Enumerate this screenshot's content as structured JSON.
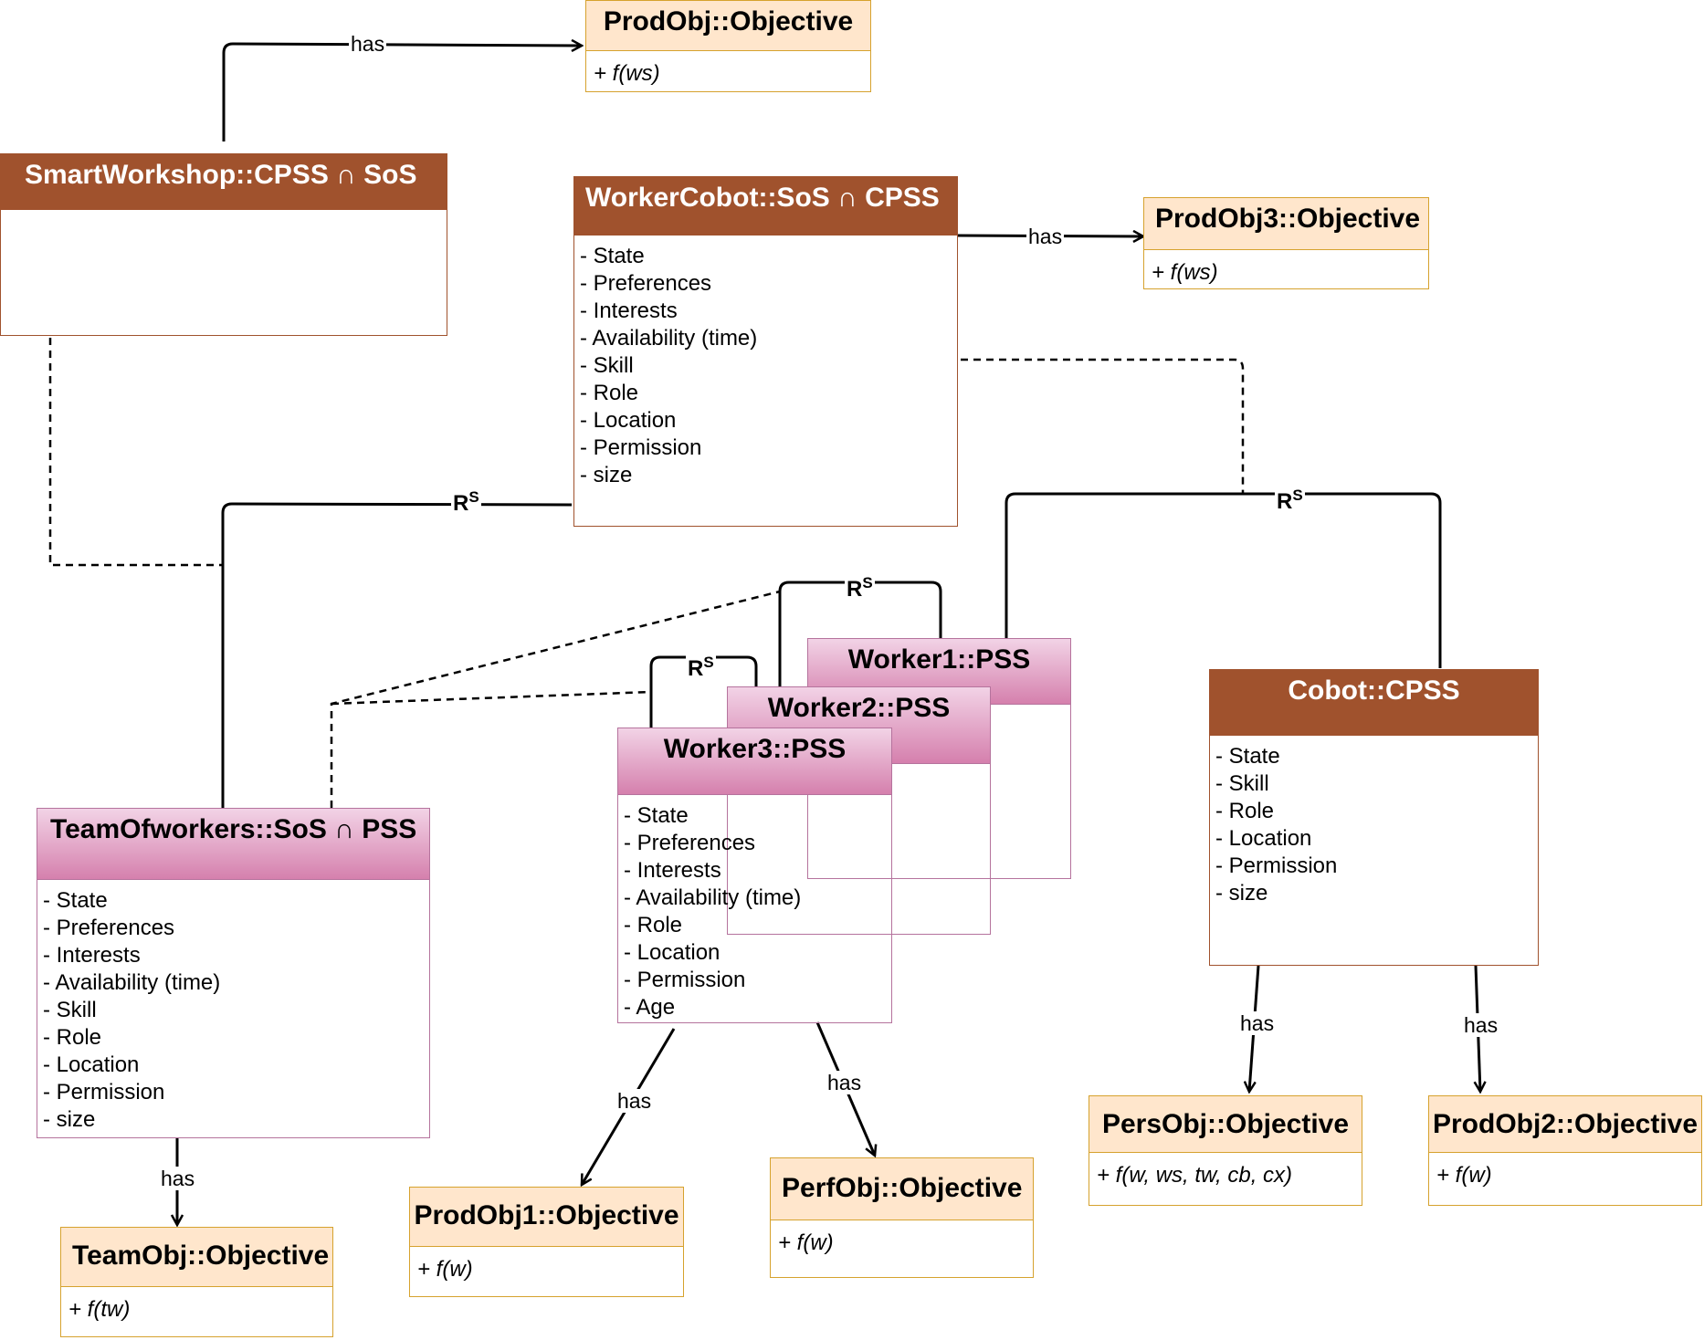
{
  "classes": {
    "smart_workshop": {
      "title": "SmartWorkshop::CPSS ∩ SoS",
      "attributes": []
    },
    "worker_cobot": {
      "title": "WorkerCobot::SoS ∩ CPSS",
      "attributes": [
        "- State",
        "- Preferences",
        "- Interests",
        "- Availability (time)",
        "- Skill",
        "- Role",
        "- Location",
        "- Permission",
        "- size"
      ]
    },
    "team_of_workers": {
      "title": "TeamOfworkers::SoS ∩ PSS",
      "attributes": [
        "- State",
        "- Preferences",
        "- Interests",
        "- Availability (time)",
        "- Skill",
        "- Role",
        "- Location",
        "- Permission",
        "- size"
      ]
    },
    "worker1": {
      "title": "Worker1::PSS"
    },
    "worker2": {
      "title": "Worker2::PSS"
    },
    "worker3": {
      "title": "Worker3::PSS",
      "attributes": [
        "- State",
        "- Preferences",
        "- Interests",
        "- Availability (time)",
        "- Role",
        "- Location",
        "- Permission",
        "- Age"
      ]
    },
    "cobot": {
      "title": "Cobot::CPSS",
      "attributes": [
        "- State",
        "- Skill",
        "- Role",
        "- Location",
        "- Permission",
        "- size"
      ]
    }
  },
  "objectives": {
    "prodobj": {
      "title": "ProdObj::Objective",
      "function": "+ f(ws)"
    },
    "prodobj3": {
      "title": "ProdObj3::Objective",
      "function": "+ f(ws)"
    },
    "teamobj": {
      "title": "TeamObj::Objective",
      "function": "+ f(tw)"
    },
    "prodobj1": {
      "title": "ProdObj1::Objective",
      "function": "+ f(w)"
    },
    "perfobj": {
      "title": "PerfObj::Objective",
      "function": "+ f(w)"
    },
    "persobj": {
      "title": "PersObj::Objective",
      "function": "+ f(w, ws, tw, cb, cx)"
    },
    "prodobj2": {
      "title": "ProdObj2::Objective",
      "function": "+ f(w)"
    }
  },
  "relations": {
    "has": "has",
    "rs_base": "R",
    "rs_sup": "S"
  },
  "colors": {
    "system_header": "#a0522d",
    "pss_header_top": "#f2d3e6",
    "pss_header_bottom": "#d580ad",
    "objective_header": "#ffe6cc",
    "objective_border": "#d6a22e"
  }
}
